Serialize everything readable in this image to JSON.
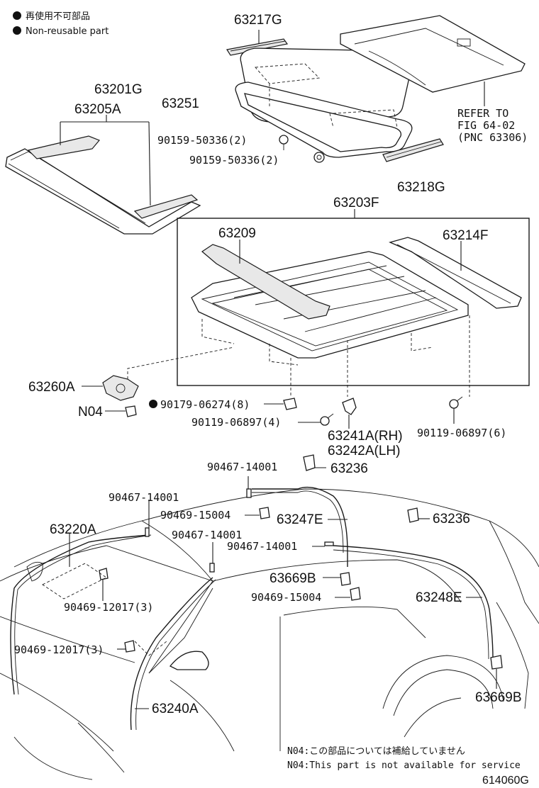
{
  "legend": {
    "jp": "再使用不可部品",
    "en": "Non-reusable part"
  },
  "labels": {
    "p63217G": "63217G",
    "p63201G": "63201G",
    "p63251": "63251",
    "p63205A": "63205A",
    "p90159a": "90159-50336(2)",
    "p90159b": "90159-50336(2)",
    "p63218G": "63218G",
    "refer1": "REFER TO",
    "refer2": "FIG 64-02",
    "refer3": "(PNC 63306)",
    "p63203F": "63203F",
    "p63209": "63209",
    "p63214F": "63214F",
    "p63260A": "63260A",
    "pN04": "N04",
    "p90179": "90179-06274(8)",
    "p90119a": "90119-06897(4)",
    "p63241A": "63241A(RH)",
    "p63242A": "63242A(LH)",
    "p90119b": "90119-06897(6)",
    "p90467a": "90467-14001",
    "p63236a": "63236",
    "p90467b": "90467-14001",
    "p90469a": "90469-15004",
    "p63247E": "63247E",
    "p63236b": "63236",
    "p63220A": "63220A",
    "p90467c": "90467-14001",
    "p90467d": "90467-14001",
    "p63669Ba": "63669B",
    "p90469b": "90469-15004",
    "p90469c": "90469-12017(3)",
    "p63248E": "63248E",
    "p90469d": "90469-12017(3)",
    "p63240A": "63240A",
    "p63669Bb": "63669B"
  },
  "notes": {
    "jp": "N04:この部品については補給していません",
    "en": "N04:This part is not available for service"
  },
  "figure_id": "614060G"
}
